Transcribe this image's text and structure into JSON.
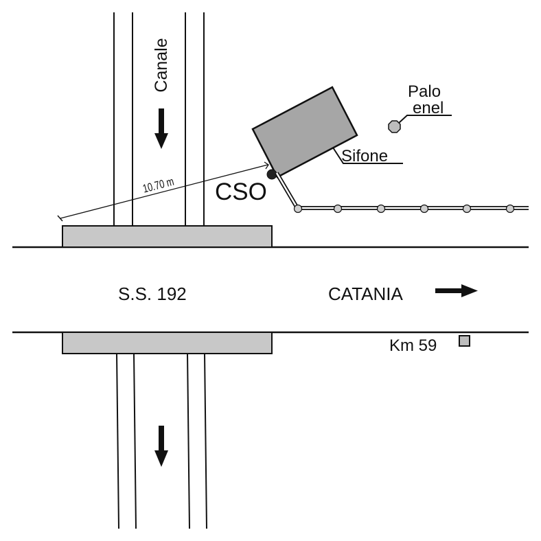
{
  "labels": {
    "canale": "Canale",
    "distance": "10.70 m",
    "cso": "CSO",
    "sifone": "Sifone",
    "palo_line1": "Palo",
    "palo_line2": "enel",
    "road": "S.S. 192",
    "direction": "CATANIA",
    "km": "Km 59"
  },
  "colors": {
    "line": "#111111",
    "bridge_fill": "#c8c8c8",
    "sifone_fill": "#a6a6a6",
    "pole_fill": "#c0c0c0",
    "cso_fill": "#222222"
  },
  "icons": {
    "flow_arrows": "arrow-down-icon",
    "direction_arrow": "arrow-right-icon",
    "km_marker": "square-marker-icon",
    "pole": "octagon-pole-icon"
  }
}
